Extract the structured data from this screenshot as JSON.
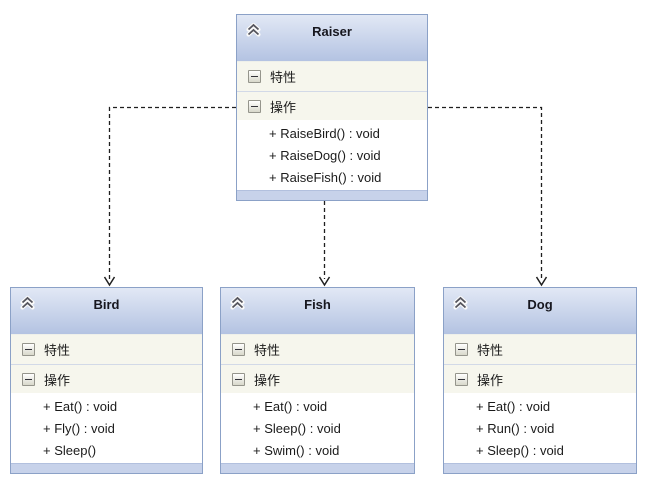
{
  "diagram_type": "uml-class-diagram",
  "classes": [
    {
      "name": "Raiser",
      "attributes_label": "特性",
      "operations_label": "操作",
      "methods": [
        "+ RaiseBird() : void",
        "+ RaiseDog() : void",
        "+ RaiseFish() : void"
      ]
    },
    {
      "name": "Bird",
      "attributes_label": "特性",
      "operations_label": "操作",
      "methods": [
        "+ Eat() : void",
        "+ Fly() : void",
        "+ Sleep()"
      ]
    },
    {
      "name": "Fish",
      "attributes_label": "特性",
      "operations_label": "操作",
      "methods": [
        "+ Eat() : void",
        "+ Sleep() : void",
        "+ Swim() : void"
      ]
    },
    {
      "name": "Dog",
      "attributes_label": "特性",
      "operations_label": "操作",
      "methods": [
        "+ Eat() : void",
        "+ Run() : void",
        "+ Sleep() : void"
      ]
    }
  ],
  "relationships": [
    {
      "from": "Raiser",
      "to": "Bird",
      "type": "dependency-dashed-arrow"
    },
    {
      "from": "Raiser",
      "to": "Fish",
      "type": "dependency-dashed-arrow"
    },
    {
      "from": "Raiser",
      "to": "Dog",
      "type": "dependency-dashed-arrow"
    }
  ],
  "icons": {
    "collapse": "double-chevron-up-icon",
    "section_toggle": "minus-box-icon"
  },
  "colors": {
    "header_gradient_top": "#e2e8f5",
    "header_gradient_bottom": "#b4c3e2",
    "box_border": "#8ba1c7",
    "section_row_bg": "#f6f6ed",
    "members_bg": "#ffffff",
    "footer_bg": "#c7d2ea",
    "connector": "#1f1f1f"
  }
}
